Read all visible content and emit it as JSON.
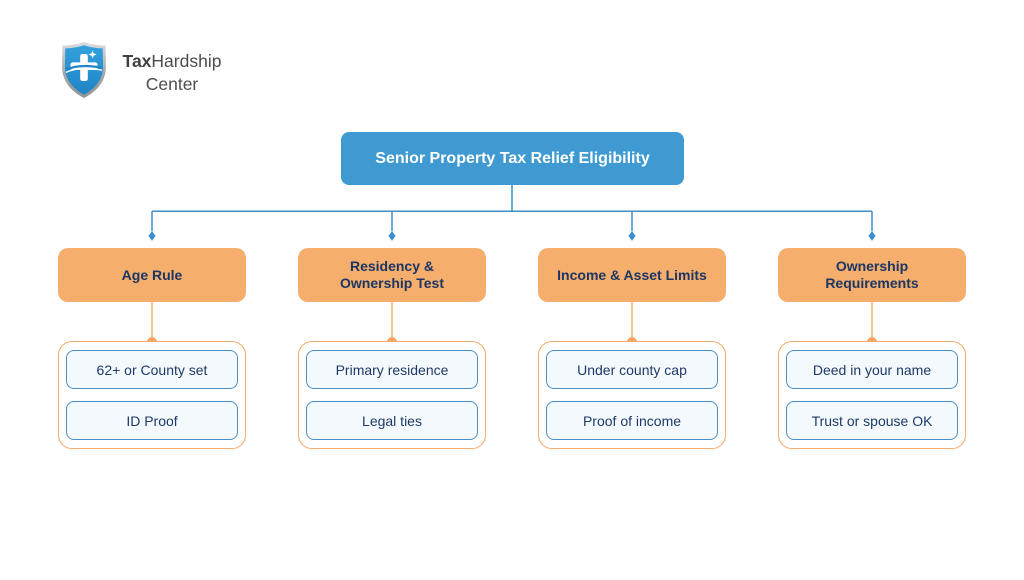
{
  "logo": {
    "brand_bold": "Tax",
    "brand_regular": "Hardship",
    "brand_line2": "Center",
    "shield_icon": "shield-with-medical-cross-star-and-swoosh"
  },
  "diagram": {
    "root": {
      "label": "Senior Property Tax Relief Eligibility"
    },
    "branches": [
      {
        "label": "Age Rule",
        "items": [
          "62+ or County set",
          "ID Proof"
        ]
      },
      {
        "label": "Residency & Ownership Test",
        "items": [
          "Primary residence",
          "Legal ties"
        ]
      },
      {
        "label": "Income & Asset Limits",
        "items": [
          "Under county cap",
          "Proof of income"
        ]
      },
      {
        "label": "Ownership Requirements",
        "items": [
          "Deed in your name",
          "Trust or spouse OK"
        ]
      }
    ]
  },
  "colors": {
    "root_bg": "#3f9ad1",
    "root_text": "#ffffff",
    "connector_blue": "#3e8fc8",
    "branch_bg": "#f6ae6c",
    "branch_text": "#1c3664",
    "item_bg": "#f4f9fd",
    "item_border": "#4a90c8",
    "item_text": "#1e3a68",
    "cluster_border": "#f7a868",
    "connector_orange": "#f8b47c",
    "dot_orange": "#f5a55f",
    "logo_text": "#4d4d4f",
    "shield_blue": "#2494d4",
    "shield_silver": "#a7aaad"
  }
}
